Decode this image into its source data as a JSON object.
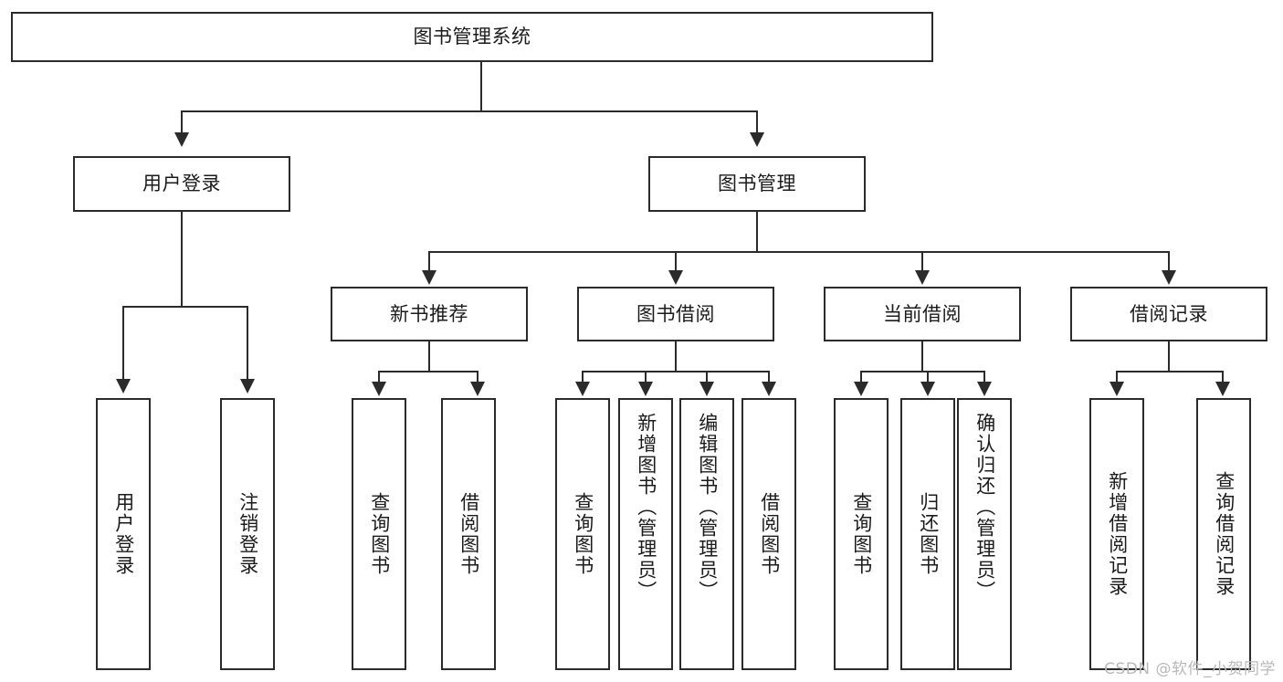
{
  "diagram": {
    "title_node": {
      "label": "图书管理系统"
    },
    "level1": [
      {
        "id": "user-login",
        "label": "用户登录"
      },
      {
        "id": "book-management",
        "label": "图书管理"
      }
    ],
    "level2": [
      {
        "id": "new-book-recommend",
        "label": "新书推荐"
      },
      {
        "id": "book-borrow",
        "label": "图书借阅"
      },
      {
        "id": "current-borrow",
        "label": "当前借阅"
      },
      {
        "id": "borrow-record",
        "label": "借阅记录"
      }
    ],
    "leaves": {
      "user_login": [
        {
          "id": "leaf-user-login",
          "label": "用户登录"
        },
        {
          "id": "leaf-logout",
          "label": "注销登录"
        }
      ],
      "new_book_recommend": [
        {
          "id": "leaf-query-books-1",
          "label": "查询图书"
        },
        {
          "id": "leaf-borrow-books-1",
          "label": "借阅图书"
        }
      ],
      "book_borrow": [
        {
          "id": "leaf-query-books-2",
          "label": "查询图书"
        },
        {
          "id": "leaf-add-book",
          "label": "新增图书（管理员）"
        },
        {
          "id": "leaf-edit-book",
          "label": "编辑图书（管理员）"
        },
        {
          "id": "leaf-borrow-books-2",
          "label": "借阅图书"
        }
      ],
      "current_borrow": [
        {
          "id": "leaf-query-books-3",
          "label": "查询图书"
        },
        {
          "id": "leaf-return-book",
          "label": "归还图书"
        },
        {
          "id": "leaf-confirm-return",
          "label": "确认归还（管理员）"
        }
      ],
      "borrow_record": [
        {
          "id": "leaf-add-record",
          "label": "新增借阅记录"
        },
        {
          "id": "leaf-query-record",
          "label": "查询借阅记录"
        }
      ]
    }
  },
  "watermark": {
    "text": "CSDN @软件_小贺同学"
  },
  "colors": {
    "stroke": "#2b2b2b",
    "background": "#ffffff",
    "text": "#1b1b1b",
    "watermark": "#b9b9b9"
  }
}
